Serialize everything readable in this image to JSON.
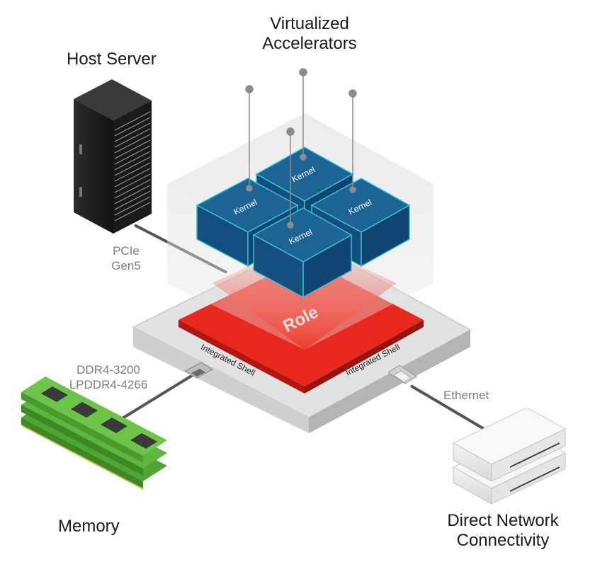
{
  "labels": {
    "virtualized_accelerators": [
      "Virtualized",
      "Accelerators"
    ],
    "host_server": "Host Server",
    "memory": "Memory",
    "direct_network": [
      "Direct Network",
      "Connectivity"
    ],
    "pcie": [
      "PCIe",
      "Gen5"
    ],
    "memory_types": [
      "DDR4-3200",
      "LPDDR4-4266"
    ],
    "ethernet": "Ethernet",
    "role": "Role",
    "shell_left": "Integrated Shell",
    "shell_right": "Integrated Shell",
    "kernel": "Kernel"
  },
  "colors": {
    "kernel_top": "#1d6496",
    "kernel_left": "#144e7c",
    "kernel_right": "#0f4570",
    "kernel_edge": "#35c1d6",
    "role": "#e8281e",
    "role_side": "#b5160f",
    "shell": "#d9d9d9",
    "memory_pcb": "#5cb83c",
    "leader": "#8c8c8c"
  },
  "icons": [
    "host-server-icon",
    "memory-module-icon",
    "network-switch-icon",
    "connector-icon"
  ]
}
